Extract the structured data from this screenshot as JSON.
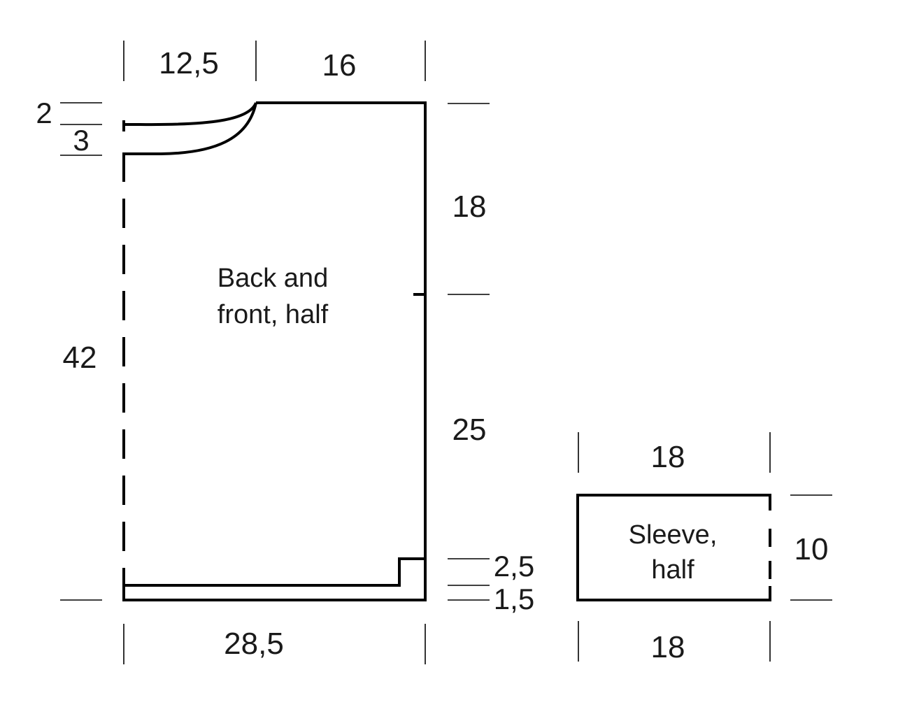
{
  "pieces": {
    "body": {
      "name_line1": "Back and",
      "name_line2": "front, half"
    },
    "sleeve": {
      "name_line1": "Sleeve,",
      "name_line2": "half"
    }
  },
  "dimensions": {
    "shoulder_width": "12,5",
    "neck_width": "16",
    "neck_drop_back": "2",
    "neck_drop_front": "3",
    "armhole_depth": "18",
    "side_length": "25",
    "total_length": "42",
    "lower_edge_1": "2,5",
    "lower_edge_2": "1,5",
    "body_width": "28,5",
    "sleeve_top": "18",
    "sleeve_height": "10",
    "sleeve_bottom": "18"
  }
}
